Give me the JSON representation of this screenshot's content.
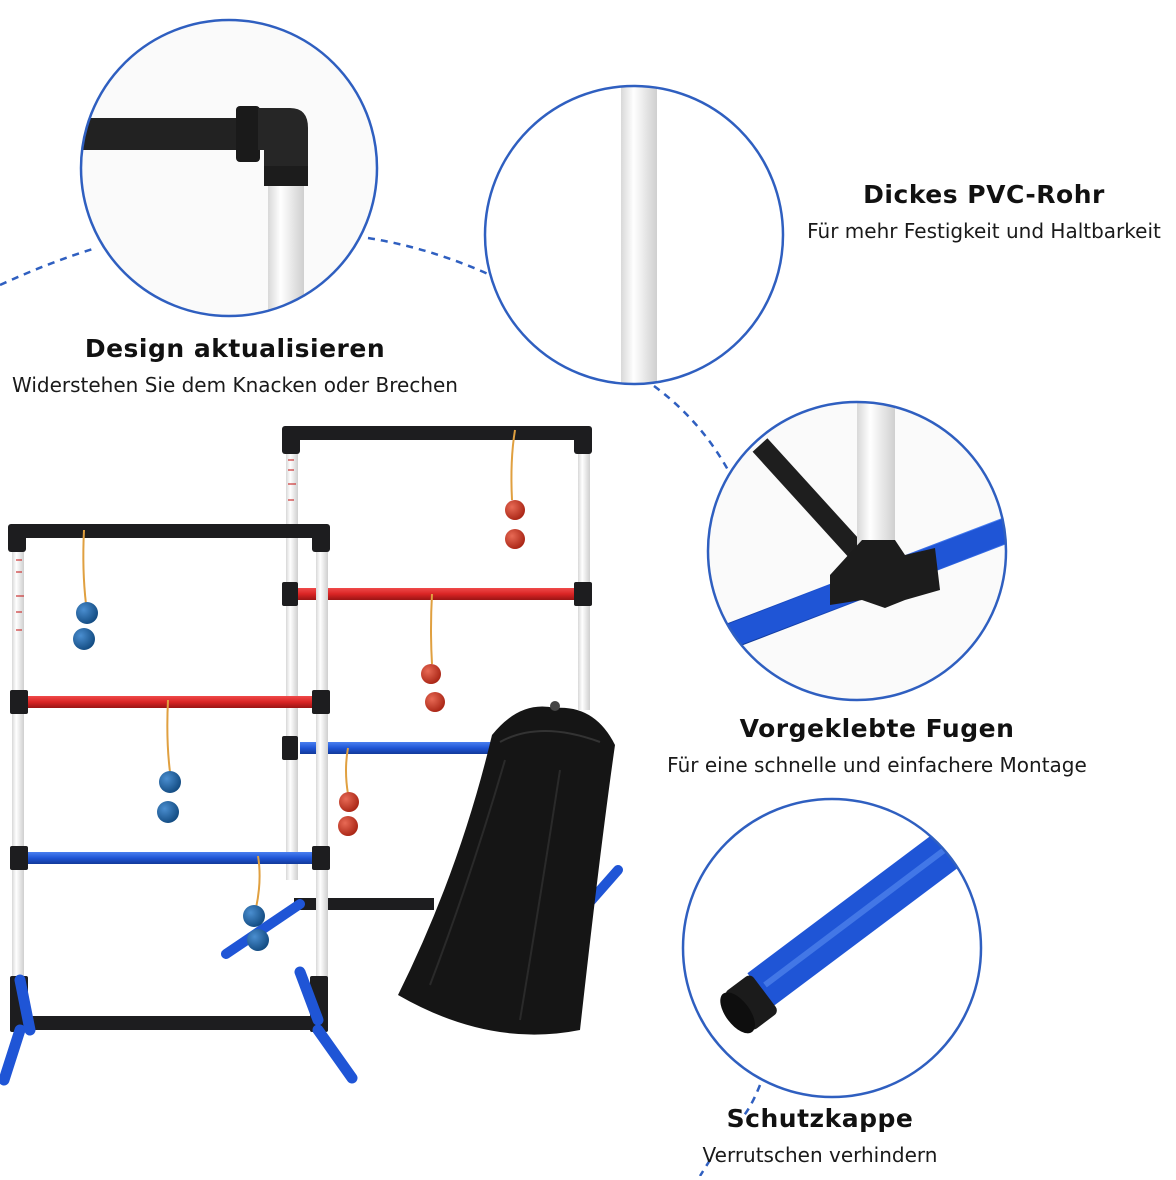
{
  "features": [
    {
      "title": "Design aktualisieren",
      "subtitle": "Widerstehen Sie dem Knacken oder Brechen",
      "icon": "black-corner-elbow-joint"
    },
    {
      "title": "Dickes PVC-Rohr",
      "subtitle": "Für mehr Festigkeit und Haltbarkeit",
      "icon": "white-pvc-pipe"
    },
    {
      "title": "Vorgeklebte Fugen",
      "subtitle": "Für eine schnelle und einfachere Montage",
      "icon": "t-joint-connector"
    },
    {
      "title": "Schutzkappe",
      "subtitle": "Verrutschen verhindern",
      "icon": "blue-pipe-end-cap"
    }
  ],
  "colors": {
    "circle_border": "#2f5fc0",
    "frame_black": "#1d1d1f",
    "pipe_white": "#f4f4f4",
    "rung_red": "#d92424",
    "rung_blue": "#1f55d6",
    "bola_red": "#c8321f",
    "bola_blue": "#1f6aa6",
    "bag_black": "#151515"
  }
}
